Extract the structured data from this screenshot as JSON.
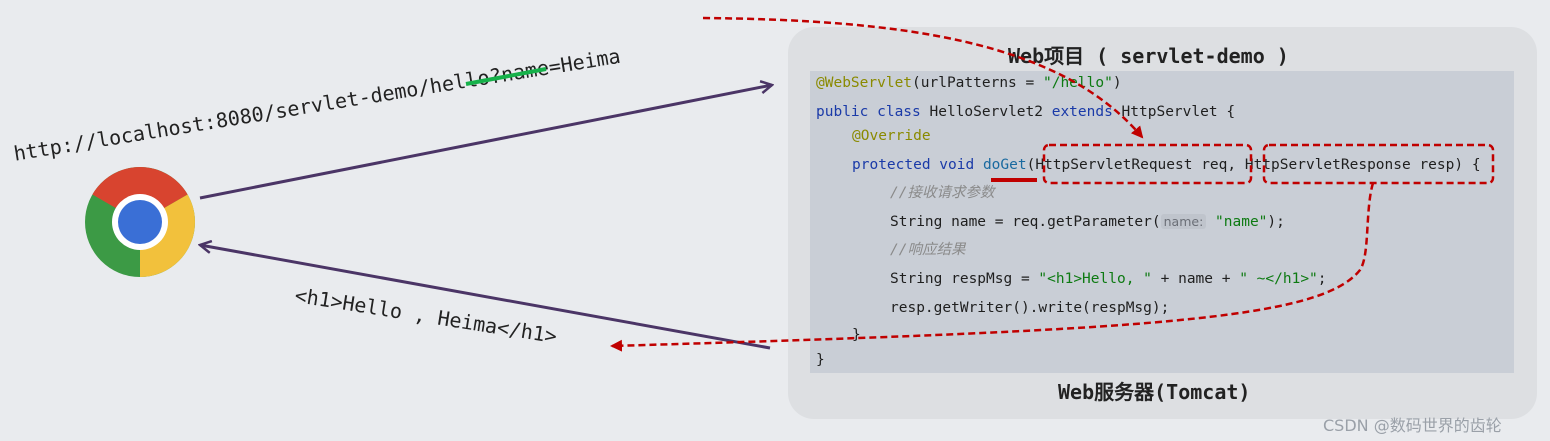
{
  "browser": {
    "icon": "chrome-icon"
  },
  "request_url": "http://localhost:8080/servlet-demo/hello?name=Heima",
  "response_text": "<h1>Hello , Heima</h1>",
  "server": {
    "title": "Web项目 ( servlet-demo )",
    "footer": "Web服务器(Tomcat)"
  },
  "code": {
    "l1_ann": "@WebServlet",
    "l1_rest_a": "(urlPatterns = ",
    "l1_str": "\"/hello\"",
    "l1_rest_b": ")",
    "l2_kw1": "public class",
    "l2_name": " HelloServlet2 ",
    "l2_kw2": "extends",
    "l2_rest": " HttpServlet {",
    "l3_ann": "@Override",
    "l4_kw": "protected void",
    "l4_method": "doGet",
    "l4_rest": "(HttpServletRequest req, HttpServletResponse resp) {",
    "l5_cm": "//接收请求参数",
    "l6_a": "String name = req.getParameter(",
    "l6_hint": "name:",
    "l6_str": "\"name\"",
    "l6_b": ");",
    "l7_cm": "//响应结果",
    "l8_a": "String respMsg = ",
    "l8_s1": "\"<h1>Hello, \"",
    "l8_b": " + name + ",
    "l8_s2": "\" ~</h1>\"",
    "l8_c": ";",
    "l9": "resp.getWriter().write(respMsg);",
    "l10": "}",
    "l11": "}"
  },
  "colors": {
    "request_arrow": "#4b3566",
    "dashed_arrow": "#c00000",
    "url_underline": "#16b14a",
    "doget_underline": "#c00000"
  },
  "watermark": "CSDN @数码世界的齿轮"
}
